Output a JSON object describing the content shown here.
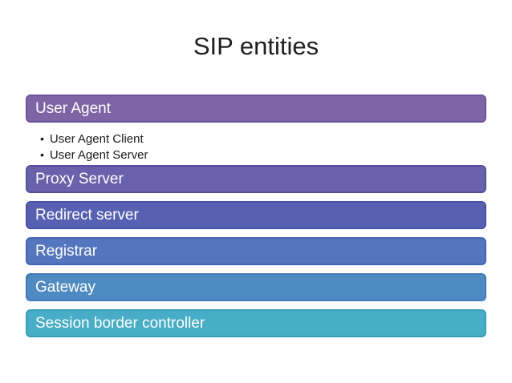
{
  "slide": {
    "title": "SIP entities",
    "bullet_char": "•",
    "entities": [
      {
        "label": "User Agent",
        "fill": "#7d64a5",
        "border": "#69519a",
        "sub_items": [
          "User Agent Client",
          "User Agent Server"
        ]
      },
      {
        "label": "Proxy Server",
        "fill": "#6a60ab",
        "border": "#584e9e"
      },
      {
        "label": "Redirect server",
        "fill": "#5761b4",
        "border": "#4751a8"
      },
      {
        "label": "Registrar",
        "fill": "#5376bf",
        "border": "#4264b2"
      },
      {
        "label": "Gateway",
        "fill": "#4f8bc3",
        "border": "#3d7ab6"
      },
      {
        "label": "Session border controller",
        "fill": "#48adc6",
        "border": "#379dbb"
      }
    ]
  }
}
